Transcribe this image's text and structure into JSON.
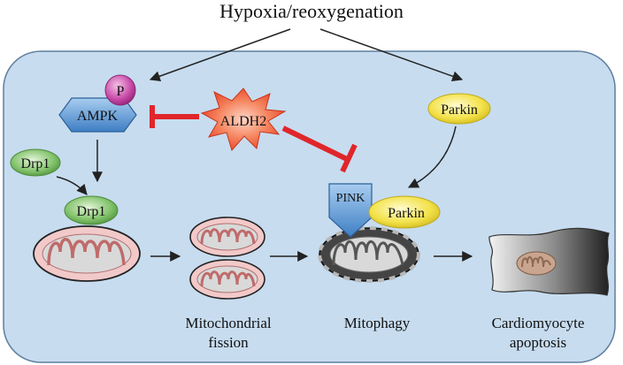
{
  "title": "Hypoxia/reoxygenation",
  "nodes": {
    "p": "P",
    "ampk": "AMPK",
    "aldh2": "ALDH2",
    "parkin_top": "Parkin",
    "drp1_cytosol": "Drp1",
    "drp1_bound": "Drp1",
    "pink": "PINK",
    "parkin_bound": "Parkin"
  },
  "captions": {
    "fission_line1": "Mitochondrial",
    "fission_line2": "fission",
    "mitophagy": "Mitophagy",
    "apoptosis_line1": "Cardiomyocyte",
    "apoptosis_line2": "apoptosis"
  },
  "colors": {
    "cell_fill": "#c7dcef",
    "cell_stroke": "#5f7f9f",
    "mito_outer": "#f2c9c9",
    "mito_inner": "#d9d9d9",
    "inhibit": "#e0262a",
    "ampk": "#5a95cf",
    "p_badge": "#c84aa8",
    "aldh2": "#f05a2a",
    "parkin": "#f3e24a",
    "drp1": "#7fc06a",
    "pink": "#3f7fc4"
  }
}
